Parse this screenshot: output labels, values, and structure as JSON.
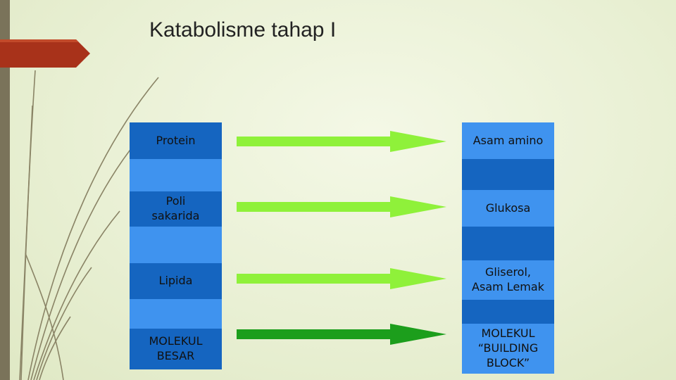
{
  "title": "Katabolisme tahap I",
  "left_column": [
    "Protein",
    "Poli\nsakarida",
    "Lipida",
    "MOLEKUL\nBESAR"
  ],
  "right_column": [
    "Asam amino",
    "Glukosa",
    "Gliserol,\nAsam Lemak",
    "MOLEKUL\n“BUILDING\nBLOCK”"
  ],
  "colors": {
    "dark_blue": "#1565c0",
    "light_blue": "#3f93ef",
    "arrow_light": "#8ff13a",
    "arrow_dark": "#1c9e1c",
    "accent_red": "#a8321a"
  }
}
